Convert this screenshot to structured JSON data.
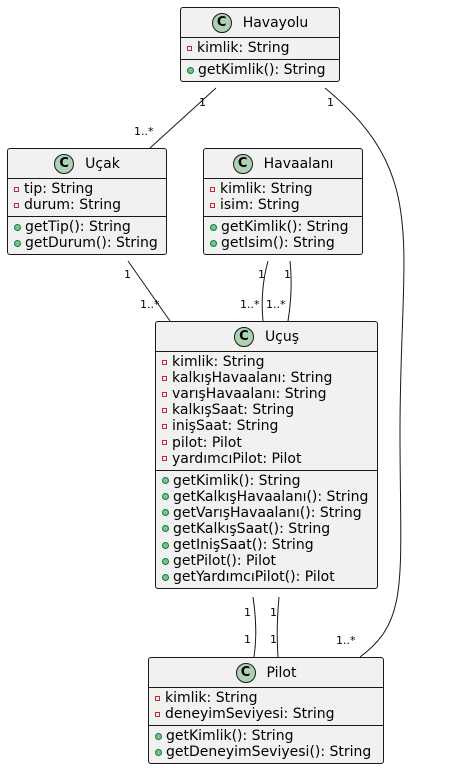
{
  "diagram": {
    "classes": [
      {
        "id": "havayolu",
        "name": "Havayolu",
        "stereotype_glyph": "C",
        "attributes": [
          {
            "visibility": "private",
            "text": "kimlik: String"
          }
        ],
        "methods": [
          {
            "visibility": "public",
            "text": "getKimlik(): String"
          }
        ]
      },
      {
        "id": "ucak",
        "name": "Uçak",
        "stereotype_glyph": "C",
        "attributes": [
          {
            "visibility": "private",
            "text": "tip: String"
          },
          {
            "visibility": "private",
            "text": "durum: String"
          }
        ],
        "methods": [
          {
            "visibility": "public",
            "text": "getTip(): String"
          },
          {
            "visibility": "public",
            "text": "getDurum(): String"
          }
        ]
      },
      {
        "id": "havaalani",
        "name": "Havaalanı",
        "stereotype_glyph": "C",
        "attributes": [
          {
            "visibility": "private",
            "text": "kimlik: String"
          },
          {
            "visibility": "private",
            "text": "isim: String"
          }
        ],
        "methods": [
          {
            "visibility": "public",
            "text": "getKimlik(): String"
          },
          {
            "visibility": "public",
            "text": "getIsim(): String"
          }
        ]
      },
      {
        "id": "ucus",
        "name": "Uçuş",
        "stereotype_glyph": "C",
        "attributes": [
          {
            "visibility": "private",
            "text": "kimlik: String"
          },
          {
            "visibility": "private",
            "text": "kalkışHavaalanı: String"
          },
          {
            "visibility": "private",
            "text": "varışHavaalanı: String"
          },
          {
            "visibility": "private",
            "text": "kalkışSaat: String"
          },
          {
            "visibility": "private",
            "text": "inişSaat: String"
          },
          {
            "visibility": "private",
            "text": "pilot: Pilot"
          },
          {
            "visibility": "private",
            "text": "yardımcıPilot: Pilot"
          }
        ],
        "methods": [
          {
            "visibility": "public",
            "text": "getKimlik(): String"
          },
          {
            "visibility": "public",
            "text": "getKalkışHavaalanı(): String"
          },
          {
            "visibility": "public",
            "text": "getVarışHavaalanı(): String"
          },
          {
            "visibility": "public",
            "text": "getKalkışSaat(): String"
          },
          {
            "visibility": "public",
            "text": "getInişSaat(): String"
          },
          {
            "visibility": "public",
            "text": "getPilot(): Pilot"
          },
          {
            "visibility": "public",
            "text": "getYardımcıPilot(): Pilot"
          }
        ]
      },
      {
        "id": "pilot",
        "name": "Pilot",
        "stereotype_glyph": "C",
        "attributes": [
          {
            "visibility": "private",
            "text": "kimlik: String"
          },
          {
            "visibility": "private",
            "text": "deneyimSeviyesi: String"
          }
        ],
        "methods": [
          {
            "visibility": "public",
            "text": "getKimlik(): String"
          },
          {
            "visibility": "public",
            "text": "getDeneyimSeviyesi(): String"
          }
        ]
      }
    ],
    "associations": [
      {
        "id": "havayolu-ucak",
        "from": "havayolu",
        "to": "ucak",
        "from_mult": "1",
        "to_mult": "1..*"
      },
      {
        "id": "havayolu-pilot",
        "from": "havayolu",
        "to": "pilot",
        "from_mult": "1",
        "to_mult": "1..*"
      },
      {
        "id": "ucak-ucus",
        "from": "ucak",
        "to": "ucus",
        "from_mult": "1",
        "to_mult": "1..*"
      },
      {
        "id": "havaalani-ucus-a",
        "from": "havaalani",
        "to": "ucus",
        "from_mult": "1",
        "to_mult": "1..*"
      },
      {
        "id": "havaalani-ucus-b",
        "from": "havaalani",
        "to": "ucus",
        "from_mult": "1",
        "to_mult": "1..*"
      },
      {
        "id": "ucus-pilot-a",
        "from": "ucus",
        "to": "pilot",
        "from_mult": "1",
        "to_mult": "1"
      },
      {
        "id": "ucus-pilot-b",
        "from": "ucus",
        "to": "pilot",
        "from_mult": "1",
        "to_mult": "1"
      }
    ],
    "colors": {
      "class_fill": "#F1F1F1",
      "border": "#181818",
      "class_badge": "#ADD1B2",
      "private_marker": "#C82930",
      "public_marker": "#84BE84"
    }
  }
}
